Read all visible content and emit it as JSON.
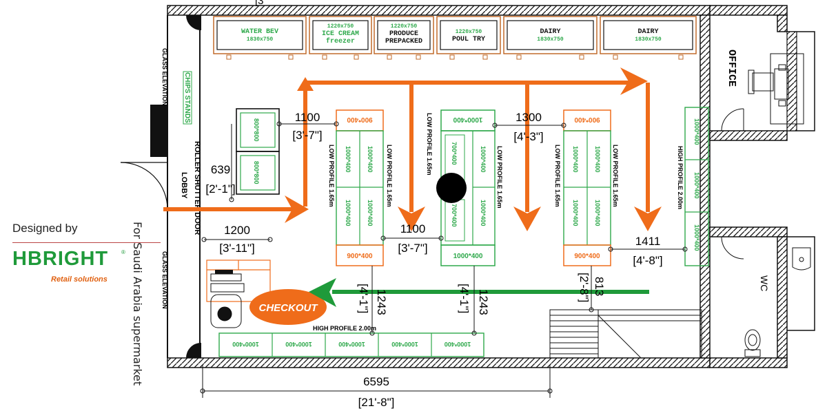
{
  "brand": {
    "designed_by": "Designed by",
    "logo_text": "HBRIGHT",
    "tagline": "Retail solutions"
  },
  "caption": "For Saudi Arabia supermarket",
  "colors": {
    "orange": "#ef6c1a",
    "green": "#1f9a3a",
    "fixture_green": "#2da84a",
    "wall": "#111111",
    "checkout_fill": "#ef6c1a",
    "checkout_text": "#ffffff"
  },
  "rooms": {
    "office": "OFFICE",
    "wc": "WC",
    "lobby": "LOBBY",
    "roller_shutter": "ROLLER SHUTTER DOOR",
    "glass_elevation_top": "GLASS ELEVATION",
    "glass_elevation_bottom": "GLASS ELEVATION",
    "chips_stands": "CHIPS STANDS"
  },
  "wall_fixtures": [
    {
      "label": "WATER BEV",
      "sub": "1830x750"
    },
    {
      "label": "1220x750",
      "sub": "ICE CREAM",
      "sub2": "freezer"
    },
    {
      "label": "1220x750",
      "sub": "PRODUCE",
      "sub2": "PREPACKED"
    },
    {
      "label": "1220x750",
      "sub": "POUL TRY"
    },
    {
      "label": "DAIRY",
      "sub": "1830x750"
    },
    {
      "label": "DAIRY",
      "sub": "1830x750"
    }
  ],
  "island_units": {
    "cooler_800": "800*800",
    "unit_900": "900*400",
    "unit_1000": "1000*400",
    "unit_700": "700*400"
  },
  "gondolas": {
    "low_profile": "LOW PROFILE 1.65m",
    "high_profile_2": "HIGH PROFILE 2.00m",
    "high_profile_bottom": "HIGH PROFILE 2.00m"
  },
  "checkout": "CHECKOUT",
  "dimensions": {
    "d1100a": "1100",
    "d1100a_imp": "[3'-7\"]",
    "d1300": "1300",
    "d1300_imp": "[4'-3\"]",
    "d639": "639",
    "d639_imp": "[2'-1\"]",
    "d1200": "1200",
    "d1200_imp": "[3'-11\"]",
    "d1100b": "1100",
    "d1100b_imp": "[3'-7\"]",
    "d1411": "1411",
    "d1411_imp": "[4'-8\"]",
    "d1243a": "1243",
    "d1243a_imp": "[4'-1\"]",
    "d1243b": "1243",
    "d1243b_imp": "[4'-1\"]",
    "d813": "813",
    "d813_imp": "[2'-8\"]",
    "d6595": "6595",
    "d6595_imp": "[21'-8\"]",
    "top_partial": "[3"
  }
}
